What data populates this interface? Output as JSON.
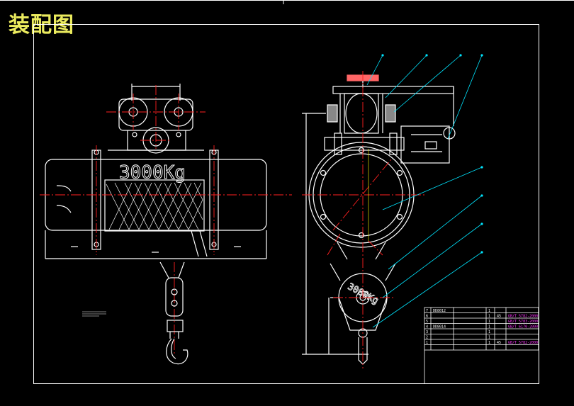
{
  "title": "装配图",
  "hoist": {
    "capacity_label": "3000Kg",
    "hook_capacity_label": "3000Kg"
  },
  "bom_table": {
    "rows": [
      {
        "no": "7",
        "code": "DD8012",
        "name": "",
        "qty": "1",
        "material": "",
        "standard": ""
      },
      {
        "no": "6",
        "code": "",
        "name": "",
        "qty": "1",
        "material": "45",
        "standard": "GB/T 5782-2000"
      },
      {
        "no": "5",
        "code": "",
        "name": "",
        "qty": "1",
        "material": "",
        "standard": "GB/T 5783-2000"
      },
      {
        "no": "4",
        "code": "DD8014",
        "name": "",
        "qty": "1",
        "material": "",
        "standard": "GB/T 6170-2000"
      },
      {
        "no": "3",
        "code": "",
        "name": "",
        "qty": "1",
        "material": "",
        "standard": ""
      },
      {
        "no": "2",
        "code": "",
        "name": "",
        "qty": "1",
        "material": "",
        "standard": ""
      },
      {
        "no": "1",
        "code": "",
        "name": "",
        "qty": "1",
        "material": "45",
        "standard": "GB/T 5782-2000"
      }
    ]
  },
  "colors": {
    "background": "#000000",
    "outline": "#ffffff",
    "centerline": "#ff2020",
    "leader": "#00e5ff",
    "title": "#ffff66",
    "table_text": "#ff33ff",
    "rope_hatch": "#ffffff"
  }
}
